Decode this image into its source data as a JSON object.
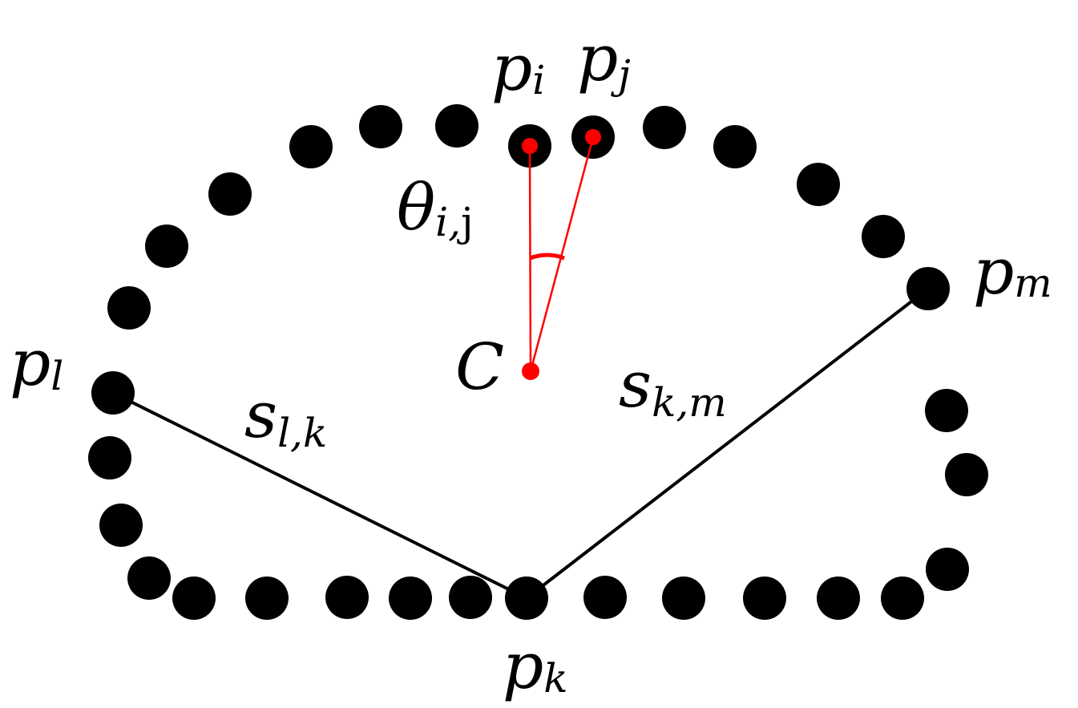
{
  "colors": {
    "point": "#000000",
    "highlight": "#ff0000",
    "segment": "#000000",
    "background": "#ffffff"
  },
  "labels": {
    "p_i": {
      "base": "p",
      "sub": "i"
    },
    "p_j": {
      "base": "p",
      "sub": "j"
    },
    "p_m": {
      "base": "p",
      "sub": "m"
    },
    "p_l": {
      "base": "p",
      "sub": "l"
    },
    "p_k": {
      "base": "p",
      "sub": "k"
    },
    "theta": {
      "base": "θ",
      "sub_italic": "i,",
      "sub_upright": "j"
    },
    "center": {
      "text": "C"
    },
    "s_lk": {
      "base": "s",
      "sub": "l,k"
    },
    "s_km": {
      "base": "s",
      "sub": "k,m"
    }
  }
}
